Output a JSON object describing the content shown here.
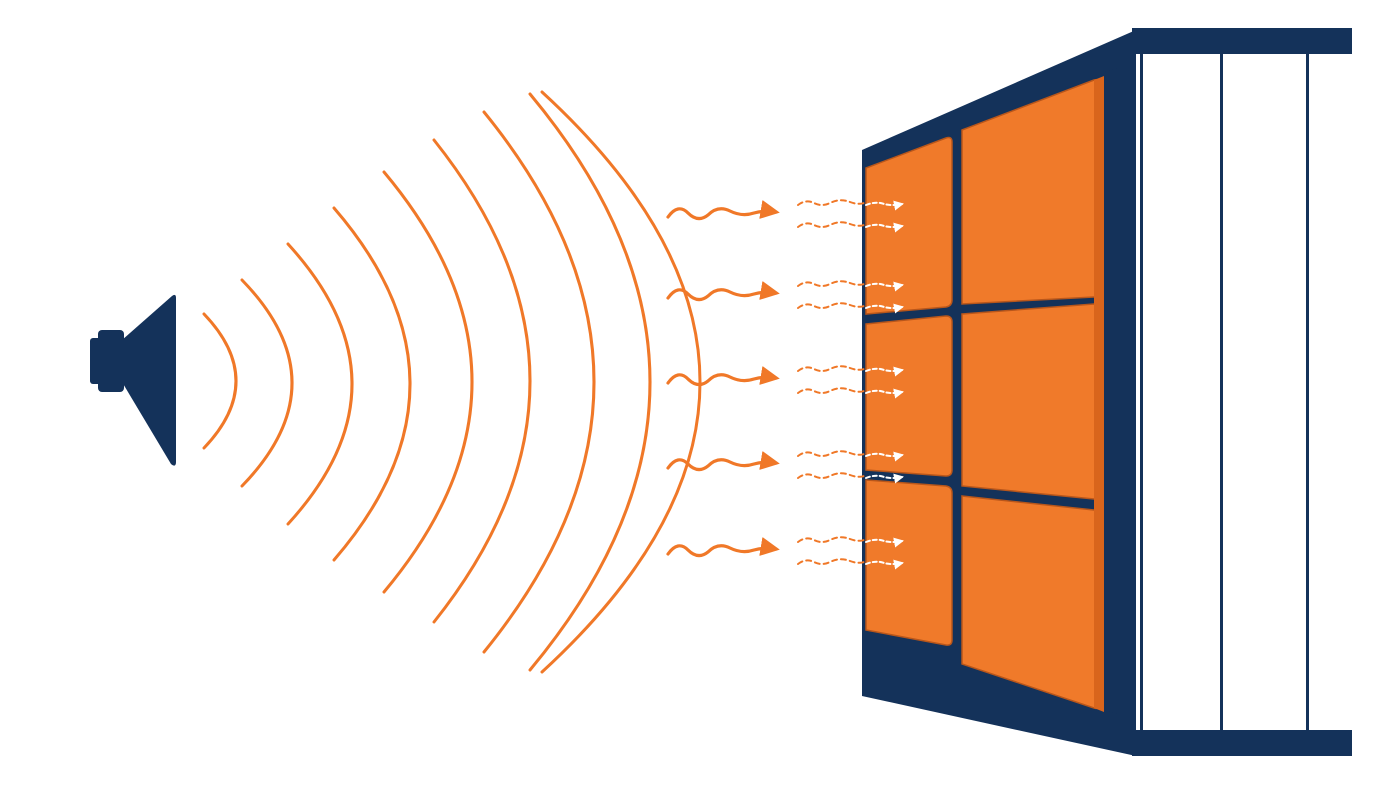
{
  "colors": {
    "background": "#ffffff",
    "navy": "#14325a",
    "orange": "#f07828",
    "orange_panel": "#f07a2a",
    "orange_panel_shade": "#d9651c",
    "orange_panel_edge": "#b9561a",
    "wall_white": "#ffffff"
  },
  "diagram": {
    "speaker": {
      "icon": "speaker-icon"
    },
    "sound_wave_arcs": 9,
    "incoming_wave_arrows": 5,
    "dissipated_arrow_pairs_per_row": 2,
    "panel_grid": {
      "columns": 2,
      "rows": 3,
      "icon": "acoustic-foam-panel"
    },
    "wall": {
      "icon": "wall-frame-icon",
      "vertical_stripes": 3
    }
  }
}
